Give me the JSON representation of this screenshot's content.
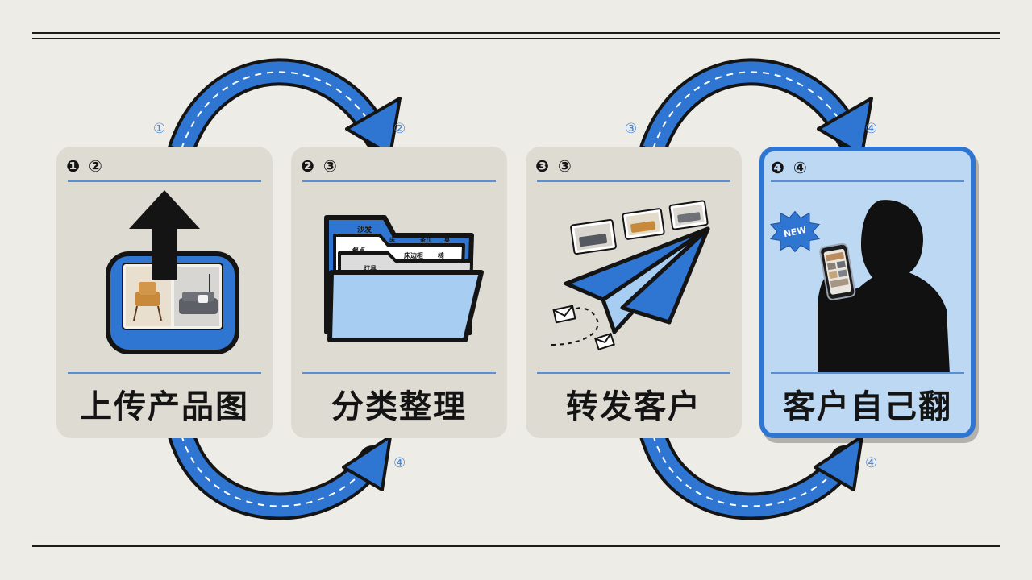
{
  "steps": [
    {
      "badge": "❶ ②",
      "label": "上传产品图"
    },
    {
      "badge": "❷ ③",
      "label": "分类整理"
    },
    {
      "badge": "❸ ③",
      "label": "转发客户"
    },
    {
      "badge": "❹ ④",
      "label": "客户自己翻"
    }
  ],
  "arrow_markers": [
    "①",
    "②",
    "④",
    "③",
    "④",
    "④"
  ],
  "folder_tabs": [
    "沙发",
    "床",
    "茶几",
    "桌",
    "餐桌",
    "床边柜",
    "椅",
    "灯具"
  ],
  "new_badge": "NEW",
  "colors": {
    "accent": "#2f76d2",
    "card": "#dedbd3",
    "active_card": "#bcd8f3",
    "background": "#eeece7"
  },
  "icons": [
    "upload-icon",
    "folder-icon",
    "paper-plane-icon",
    "person-phone-icon",
    "envelope-icon",
    "new-badge-icon"
  ]
}
